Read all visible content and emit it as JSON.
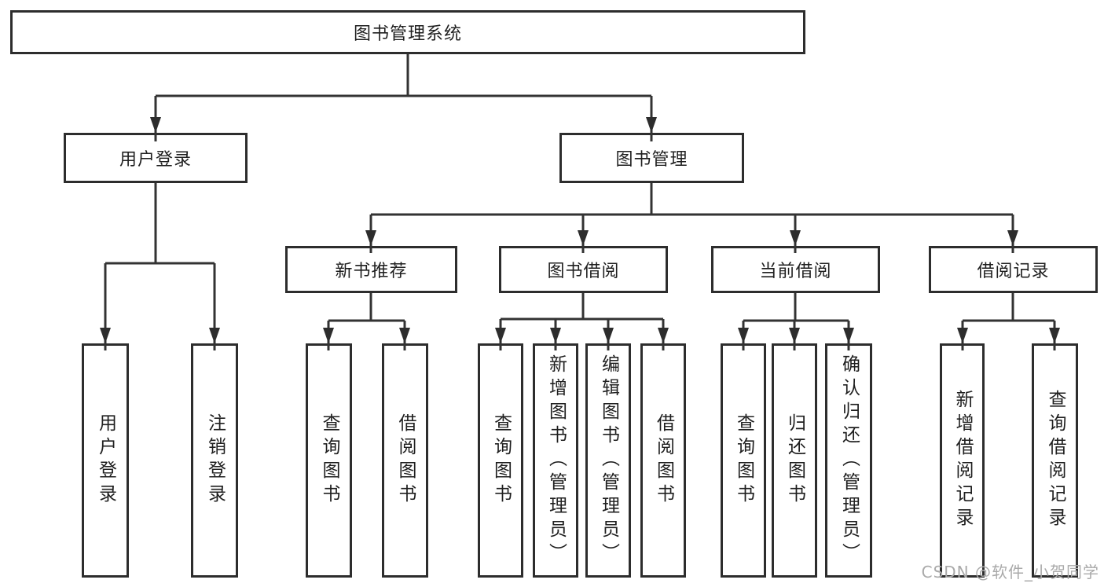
{
  "nodes": {
    "root": {
      "label": "图书管理系统"
    },
    "level1": [
      {
        "label": "用户登录"
      },
      {
        "label": "图书管理"
      }
    ],
    "level2": [
      {
        "label": "新书推荐"
      },
      {
        "label": "图书借阅"
      },
      {
        "label": "当前借阅"
      },
      {
        "label": "借阅记录"
      }
    ],
    "leaves": [
      {
        "label": "用户登录"
      },
      {
        "label": "注销登录"
      },
      {
        "label": "查询图书"
      },
      {
        "label": "借阅图书"
      },
      {
        "label": "查询图书"
      },
      {
        "label": "新增图书（管理员）"
      },
      {
        "label": "编辑图书（管理员）"
      },
      {
        "label": "借阅图书"
      },
      {
        "label": "查询图书"
      },
      {
        "label": "归还图书"
      },
      {
        "label": "确认归还（管理员）"
      },
      {
        "label": "新增借阅记录"
      },
      {
        "label": "查询借阅记录"
      }
    ]
  },
  "watermark": "CSDN @软件_小贺同学",
  "colors": {
    "background": "#ffffff",
    "box_border": "#2d2d2d",
    "line": "#333333",
    "text": "#1f1f1f",
    "watermark": "#a9a9a9"
  }
}
